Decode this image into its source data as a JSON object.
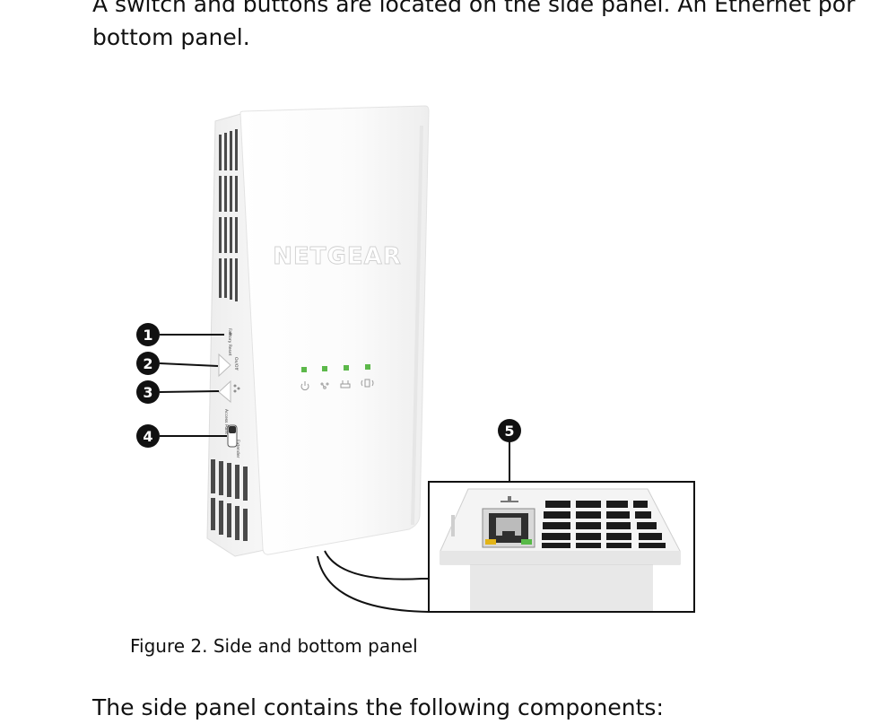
{
  "intro": {
    "line1": "A switch and buttons are located on the side panel. An Ethernet por",
    "line2": "bottom panel."
  },
  "figure": {
    "brand": "NETGEAR",
    "side_labels": {
      "factory_reset": "Factory Reset",
      "on_off": "On/Off",
      "access_point": "Access Point",
      "extender": "Extender"
    },
    "callouts": [
      "1",
      "2",
      "3",
      "4",
      "5"
    ],
    "led_color": "#5cb84a",
    "port_led_left_color": "#e2b418",
    "port_led_right_color": "#57b947"
  },
  "caption": "Figure 2. Side and bottom panel",
  "outro": "The side panel contains the following components:"
}
